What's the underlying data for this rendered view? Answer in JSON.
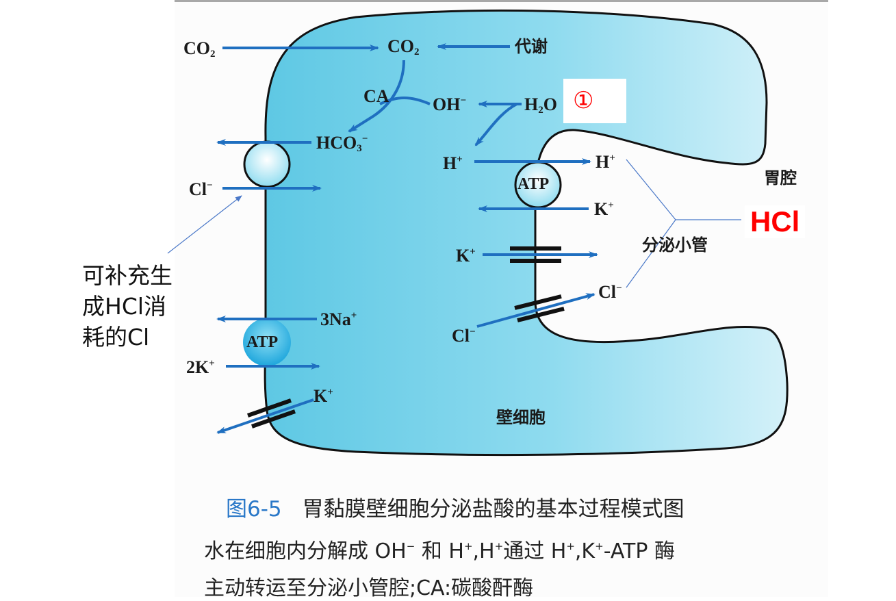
{
  "diagram": {
    "title": "胃黏膜壁细胞分泌盐酸的基本过程模式图",
    "figure_number": "图6-5",
    "regions": {
      "cell": "壁细胞",
      "stomach_lumen": "胃腔",
      "secretory_canaliculus": "分泌小管"
    },
    "colors": {
      "cell_fill": "#62cbe6",
      "arrow": "#1f6fc0",
      "membrane": "#111111",
      "annotation_red": "#ff0000",
      "caption_blue": "#2a78c8"
    },
    "labels": {
      "co2_outside": "CO",
      "co2_outside_sub": "2",
      "co2_inside": "CO",
      "co2_inside_sub": "2",
      "metabolism": "代谢",
      "ca": "CA",
      "oh": "OH",
      "oh_sup": "−",
      "h2o_a": "H",
      "h2o_sub": "2",
      "h2o_b": "O",
      "hco3": "HCO",
      "hco3_sub": "3",
      "hco3_sup": "−",
      "h_inside": "H",
      "h_inside_sup": "+",
      "h_canal": "H",
      "h_canal_sup": "+",
      "atp_apical": "ATP",
      "k_canal": "K",
      "k_canal_sup": "+",
      "k_apical_in": "K",
      "k_apical_in_sup": "+",
      "cl_canal": "Cl",
      "cl_canal_sup": "−",
      "cl_apical_in": "Cl",
      "cl_apical_in_sup": "−",
      "cl_basal": "Cl",
      "cl_basal_sup": "−",
      "na3": "3Na",
      "na3_sup": "+",
      "atp_basal": "ATP",
      "k2": "2K",
      "k2_sup": "+",
      "k_basal": "K",
      "k_basal_sup": "+"
    },
    "annotations": {
      "circle_one": "①",
      "hcl": "HCl",
      "cl_note_line1": "可补充生",
      "cl_note_line2": "成HCl消",
      "cl_note_line3": "耗的Cl"
    }
  },
  "caption": {
    "line1_a": "水在细胞内分解成 OH",
    "line1_sup1": "−",
    "line1_b": " 和 H",
    "line1_sup2": "+",
    "line1_c": ",H",
    "line1_sup3": "+",
    "line1_d": "通过 H",
    "line1_sup4": "+",
    "line1_e": ",K",
    "line1_sup5": "+",
    "line1_f": "-ATP 酶",
    "line2": "主动转运至分泌小管腔;CA:碳酸酐酶"
  }
}
